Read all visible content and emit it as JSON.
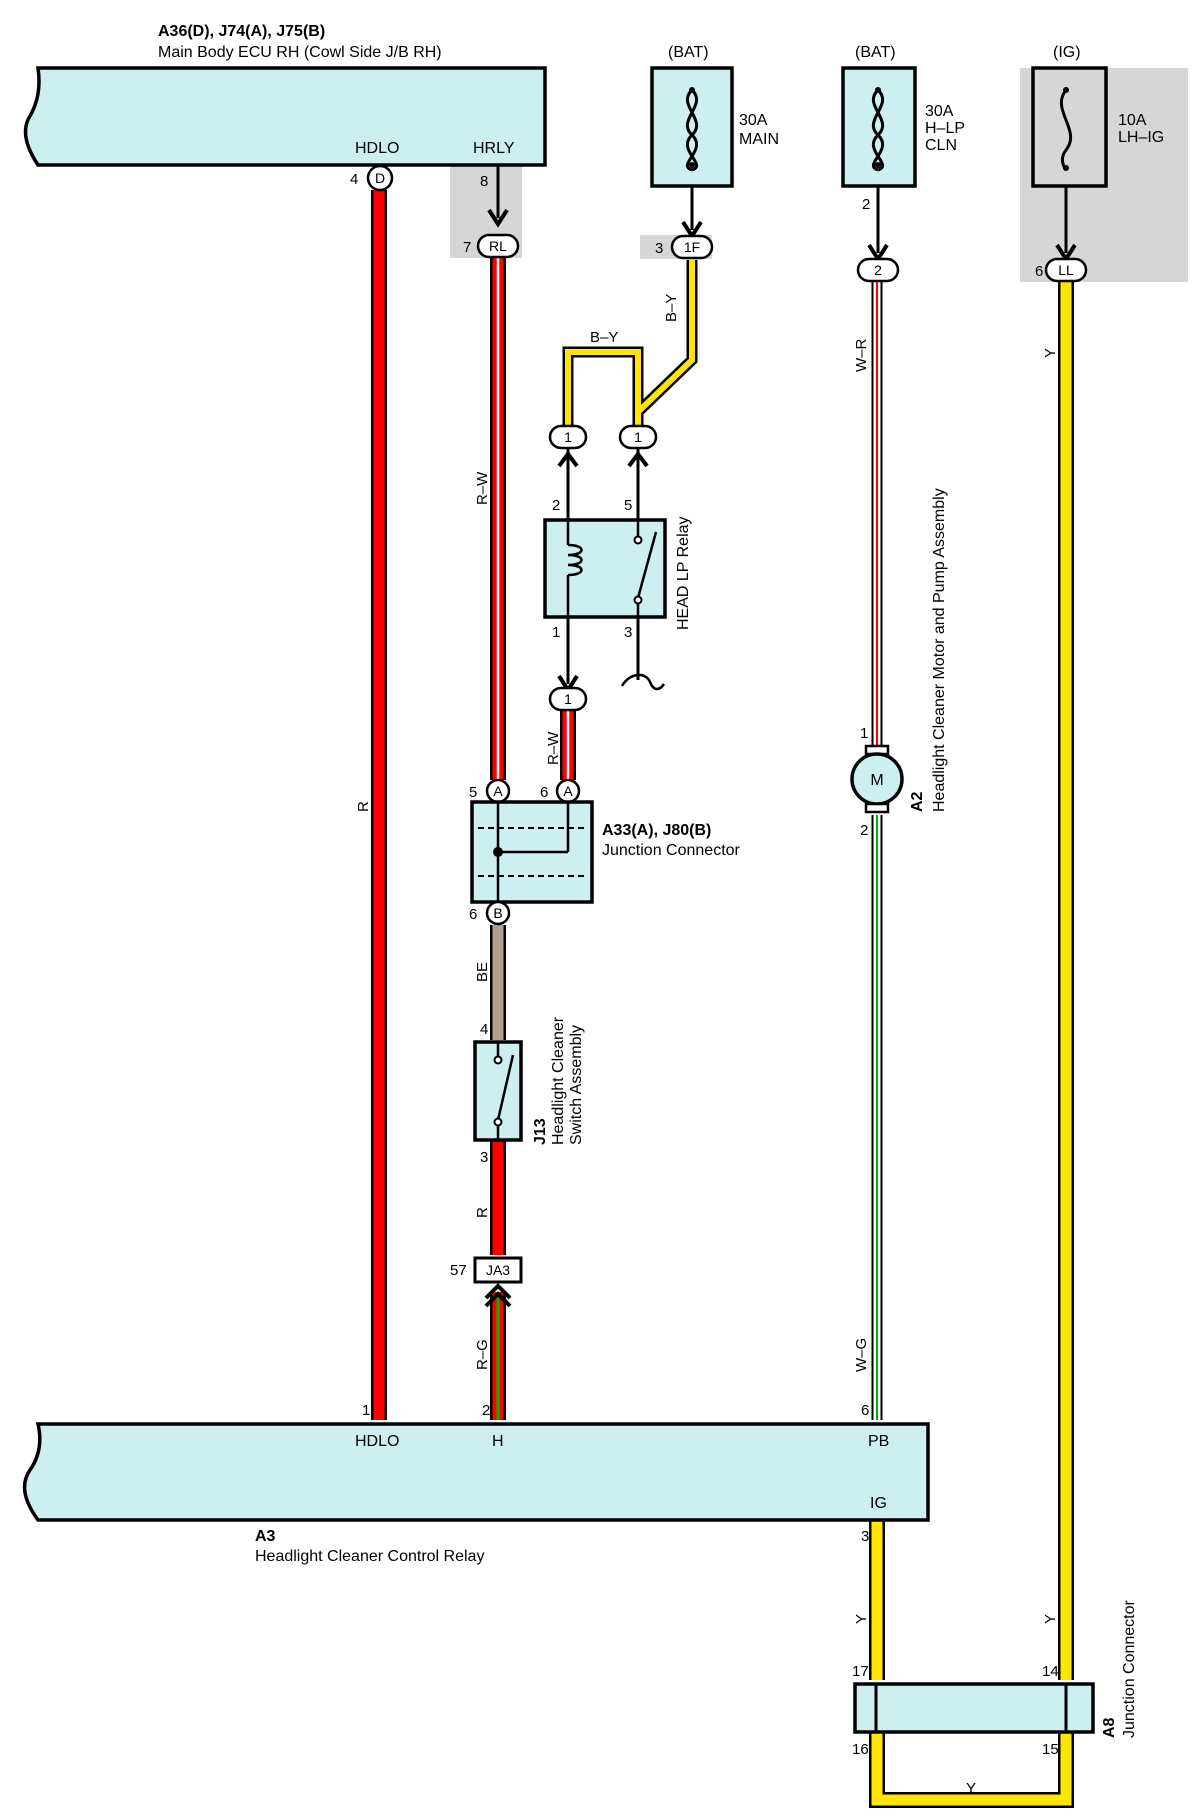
{
  "ecu": {
    "title": "A36(D), J74(A), J75(B)",
    "subtitle": "Main Body ECU RH (Cowl Side J/B RH)",
    "pins": {
      "hdlo": "HDLO",
      "hrly": "HRLY"
    },
    "hdlo_pin_no": "4",
    "hdlo_conn": "D",
    "hrly_pin_no": "8"
  },
  "rl_connector": {
    "pin": "7",
    "label": "RL"
  },
  "fuses": [
    {
      "supply": "(BAT)",
      "rating": "30A",
      "name": "MAIN",
      "out_pin": "3",
      "conn": "1F"
    },
    {
      "supply": "(BAT)",
      "rating": "30A",
      "name1": "H–LP",
      "name2": "CLN",
      "out_pin": "2",
      "conn": "2"
    },
    {
      "supply": "(IG)",
      "rating": "10A",
      "name": "LH–IG",
      "out_pin": "6",
      "conn": "LL"
    }
  ],
  "relay": {
    "name": "HEAD LP Relay",
    "pins": {
      "coil_in": "2",
      "sw_in": "5",
      "coil_out": "1",
      "sw_out": "3"
    },
    "conn_label": "1"
  },
  "junction_connector": {
    "title": "A33(A), J80(B)",
    "subtitle": "Junction Connector",
    "pin_a1": "5",
    "pin_a2": "6",
    "pin_b": "6",
    "conn_a": "A",
    "conn_b": "B"
  },
  "switch": {
    "code": "J13",
    "name1": "Headlight Cleaner",
    "name2": "Switch Assembly",
    "pin_top": "4",
    "pin_bottom": "3"
  },
  "ja3": {
    "pin": "57",
    "label": "JA3"
  },
  "motor": {
    "code": "A2",
    "name": "Headlight Cleaner Motor and Pump Assembly",
    "symbol": "M",
    "pin_top": "1",
    "pin_bottom": "2"
  },
  "control_relay": {
    "code": "A3",
    "name": "Headlight Cleaner Control Relay",
    "pins": [
      {
        "no": "1",
        "name": "HDLO"
      },
      {
        "no": "2",
        "name": "H"
      },
      {
        "no": "6",
        "name": "PB"
      },
      {
        "no": "3",
        "name": "IG"
      }
    ]
  },
  "a8": {
    "code": "A8",
    "name": "Junction Connector",
    "pins": {
      "tl": "17",
      "tr": "14",
      "bl": "16",
      "br": "15"
    }
  },
  "wire_labels": {
    "r_main": "R",
    "rw_top": "R–W",
    "rw_mid": "R–W",
    "by_vert": "B–Y",
    "by_horiz": "B–Y",
    "be": "BE",
    "r_low": "R",
    "rg": "R–G",
    "wr": "W–R",
    "wg": "W–G",
    "y_top": "Y",
    "y_left": "Y",
    "y_right": "Y",
    "y_bottom": "Y"
  },
  "colors": {
    "red": "#ff0000",
    "yellow": "#ffe600",
    "green": "#00b400",
    "beige": "#b29e8c",
    "box_fill": "#cdeff0"
  }
}
